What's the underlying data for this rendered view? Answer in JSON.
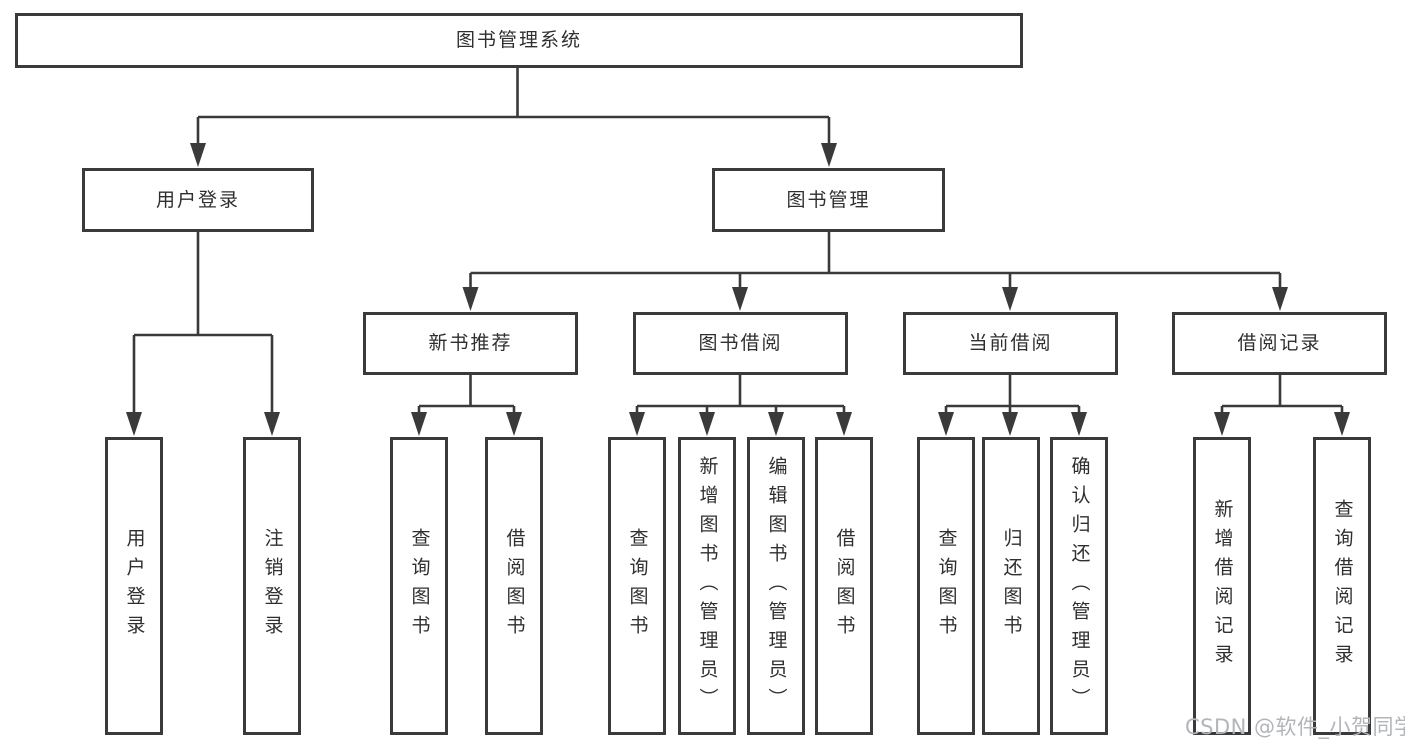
{
  "tree": {
    "root": {
      "label": "图书管理系统"
    },
    "branches": [
      {
        "label": "用户登录",
        "children": [
          {
            "label": "用户登录"
          },
          {
            "label": "注销登录"
          }
        ]
      },
      {
        "label": "图书管理",
        "children": [
          {
            "label": "新书推荐",
            "children": [
              {
                "label": "查询图书"
              },
              {
                "label": "借阅图书"
              }
            ]
          },
          {
            "label": "图书借阅",
            "children": [
              {
                "label": "查询图书"
              },
              {
                "label": "新增图书（管理员）"
              },
              {
                "label": "编辑图书（管理员）"
              },
              {
                "label": "借阅图书"
              }
            ]
          },
          {
            "label": "当前借阅",
            "children": [
              {
                "label": "查询图书"
              },
              {
                "label": "归还图书"
              },
              {
                "label": "确认归还（管理员）"
              }
            ]
          },
          {
            "label": "借阅记录",
            "children": [
              {
                "label": "新增借阅记录"
              },
              {
                "label": "查询借阅记录"
              }
            ]
          }
        ]
      }
    ]
  },
  "watermark": {
    "text": "CSDN @软件_小贺同学"
  },
  "colors": {
    "line": "#3a3a3a",
    "text": "#2f2f2f",
    "watermark": "#b2b5b9",
    "background": "#ffffff"
  }
}
